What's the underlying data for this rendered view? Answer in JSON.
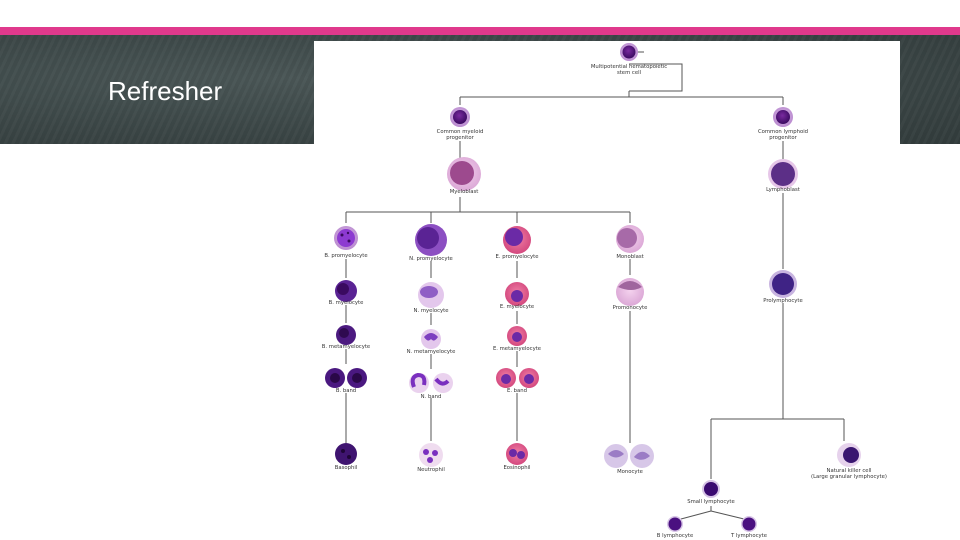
{
  "slide": {
    "title": "Refresher",
    "accent_color": "#e0398c",
    "band_color": "#3c4747"
  },
  "diagram": {
    "stem": [
      "Multipotential hematopoietic",
      "stem cell"
    ],
    "myeloid_progenitor": [
      "Common myeloid",
      "progenitor"
    ],
    "lymphoid_progenitor": [
      "Common lymphoid",
      "progenitor"
    ],
    "myeloblast": "Myeloblast",
    "lymphoblast": "Lymphoblast",
    "b_promyelocyte": "B. promyelocyte",
    "n_promyelocyte": "N. promyelocyte",
    "e_promyelocyte": "E. promyelocyte",
    "monoblast": "Monoblast",
    "b_myelocyte": "B. myelocyte",
    "n_myelocyte": "N. myelocyte",
    "e_myelocyte": "E. myelocyte",
    "promonocyte": "Promonocyte",
    "prolymphocyte": "Prolymphocyte",
    "b_metamyelocyte": "B. metamyelocyte",
    "n_metamyelocyte": "N. metamyelocyte",
    "e_metamyelocyte": "E. metamyelocyte",
    "b_band": "B. band",
    "n_band": "N. band",
    "e_band": "E. band",
    "basophil": "Basophil",
    "neutrophil": "Neutrophil",
    "eosinophil": "Eosinophil",
    "monocyte": "Monocyte",
    "nk_cell": [
      "Natural killer cell",
      "(Large granular lymphocyte)"
    ],
    "small_lymphocyte": "Small lymphocyte",
    "b_lymphocyte": "B lymphocyte",
    "t_lymphocyte": "T lymphocyte"
  }
}
